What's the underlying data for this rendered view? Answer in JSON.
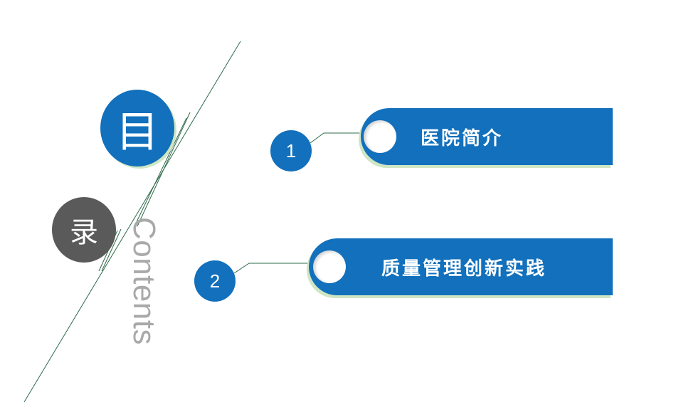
{
  "title": {
    "char1": "目",
    "char2": "录",
    "english": "Contents"
  },
  "items": [
    {
      "number": "1",
      "label": "医院简介"
    },
    {
      "number": "2",
      "label": "质量管理创新实践"
    }
  ],
  "colors": {
    "primary_blue": "#1270bc",
    "gray_circle": "#5a5a5a",
    "contents_text": "#a9a9a9",
    "line_green": "#2f6b4a",
    "shadow_green": "#cfe6c4"
  }
}
